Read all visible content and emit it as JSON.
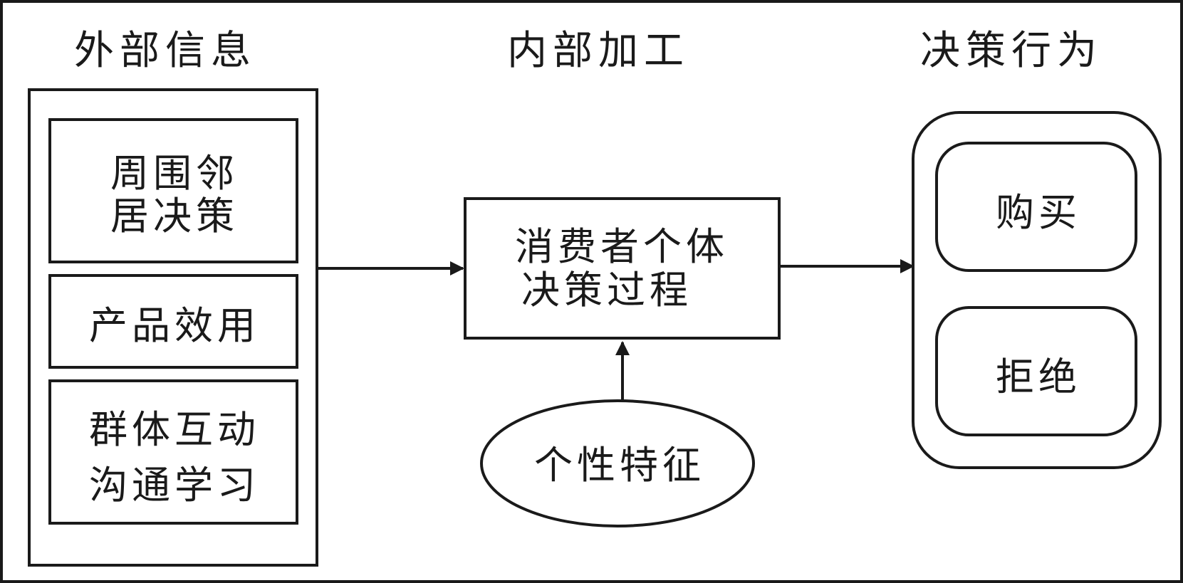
{
  "headings": {
    "external": "外部信息",
    "internal": "内部加工",
    "decision": "决策行为"
  },
  "external_items": {
    "neighbors_line1": "周围邻",
    "neighbors_line2": "居决策",
    "utility": "产品效用",
    "group_line1": "群体互动",
    "group_line2": "沟通学习"
  },
  "process": {
    "line1": "消费者个体",
    "line2": "决策过程"
  },
  "traits": "个性特征",
  "outcomes": {
    "buy": "购买",
    "reject": "拒绝"
  },
  "colors": {
    "line": "#1a1a1a",
    "background": "#ffffff"
  }
}
